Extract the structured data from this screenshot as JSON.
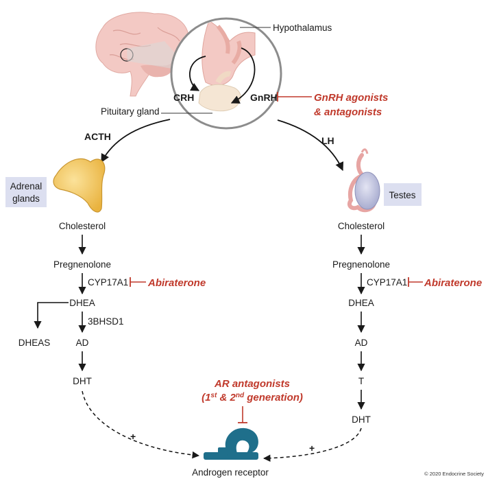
{
  "brain": {
    "hypothalamus": "Hypothalamus",
    "pituitary": "Pituitary gland",
    "crh": "CRH",
    "gnrh": "GnRH"
  },
  "drugs": {
    "gnrh_line1": "GnRH agonists",
    "gnrh_line2": "& antagonists",
    "abiraterone": "Abiraterone",
    "ar_line1": "AR antagonists",
    "ar_line2_a": "(1",
    "ar_line2_sup1": "st",
    "ar_line2_b": " & 2",
    "ar_line2_sup2": "nd",
    "ar_line2_c": " generation)"
  },
  "hormones": {
    "acth": "ACTH",
    "lh": "LH"
  },
  "organs": {
    "adrenal_line1": "Adrenal",
    "adrenal_line2": "glands",
    "testes": "Testes"
  },
  "adrenal_path": {
    "cholesterol": "Cholesterol",
    "pregnenolone": "Pregnenolone",
    "enzyme1": "CYP17A1",
    "dhea": "DHEA",
    "enzyme2": "3BHSD1",
    "dheas": "DHEAS",
    "ad": "AD",
    "dht": "DHT"
  },
  "testes_path": {
    "cholesterol": "Cholesterol",
    "pregnenolone": "Pregnenolone",
    "enzyme1": "CYP17A1",
    "dhea": "DHEA",
    "ad": "AD",
    "t": "T",
    "dht": "DHT"
  },
  "receptor": {
    "label": "Androgen receptor",
    "plus": "+"
  },
  "copyright": "© 2020 Endocrine Society",
  "colors": {
    "inhibitor": "#c0392b",
    "receptor": "#1f6f8b",
    "organ_box": "#dcdff0",
    "brain": "#f3c9c4",
    "adrenal": "#f4c860"
  }
}
